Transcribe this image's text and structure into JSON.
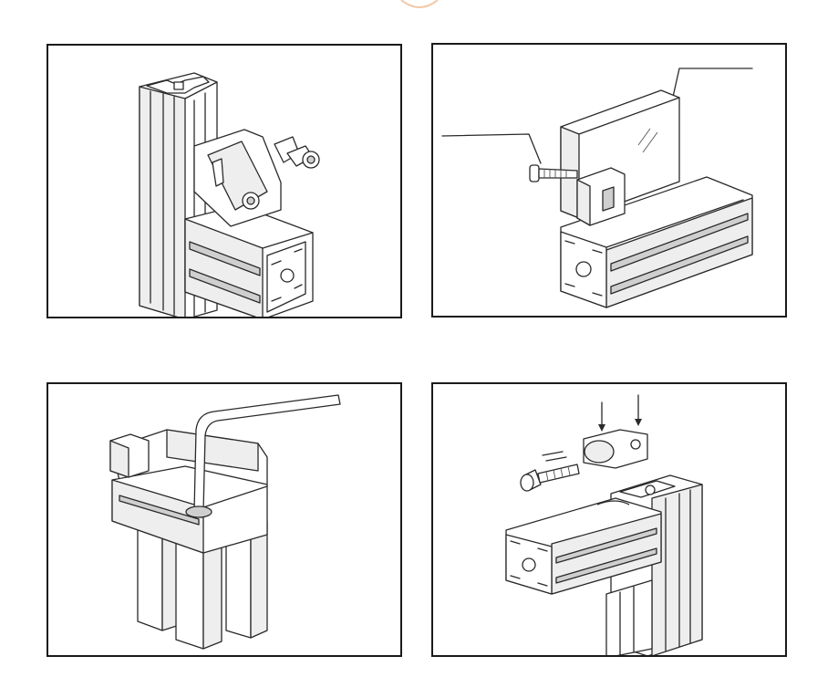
{
  "panels": [
    {
      "id": "angle-bracket-connection"
    },
    {
      "id": "panel-mounting-connection"
    },
    {
      "id": "hex-key-internal-connection"
    },
    {
      "id": "anchor-connector-assembly"
    }
  ],
  "colors": {
    "line": "#2a2a2a",
    "frame": "#1a1a1a",
    "top_mark": "#f2c9a8",
    "shade": "#cfcfcf"
  }
}
